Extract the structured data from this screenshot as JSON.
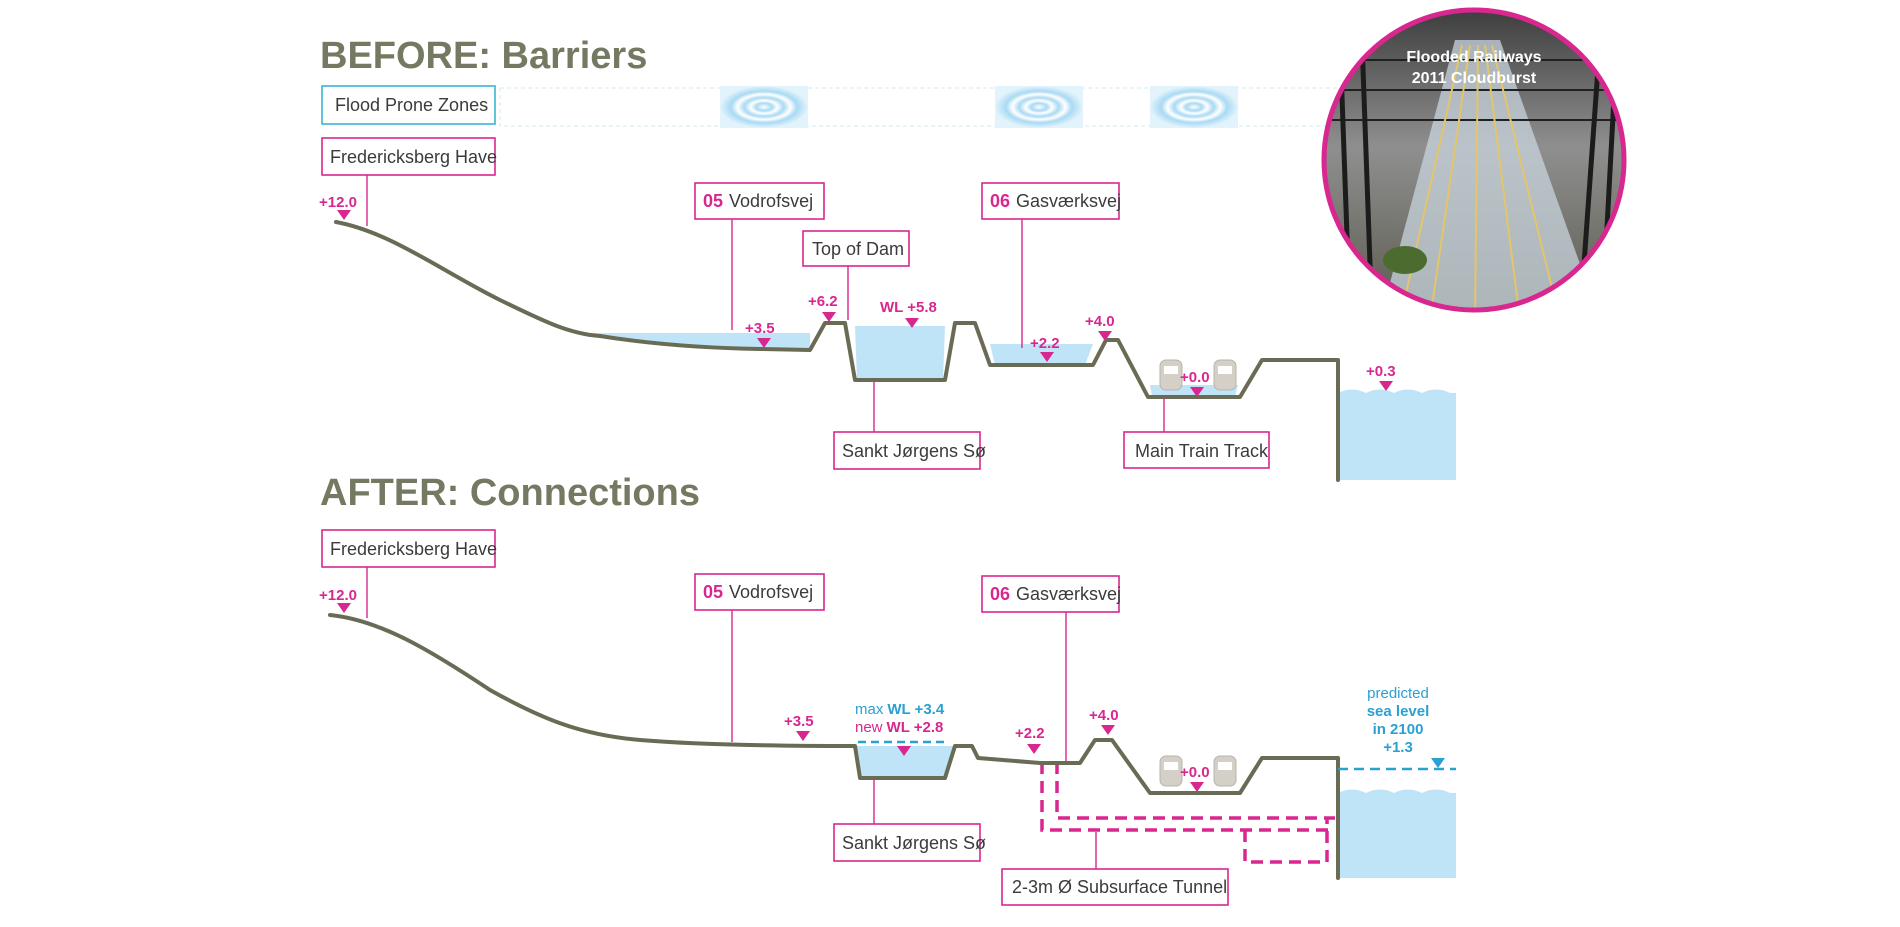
{
  "before": {
    "heading": "BEFORE: Barriers",
    "flood_zones_label": "Flood Prone Zones",
    "park_label": "Fredericksberg Have",
    "park_elev": "+12.0",
    "vodrofsvej": {
      "num": "05",
      "name": "Vodrofsvej",
      "elev": "+3.5"
    },
    "top_of_dam": {
      "label": "Top of Dam",
      "elev": "+6.2"
    },
    "lake": {
      "wl": "WL +5.8",
      "label": "Sankt Jørgens Sø"
    },
    "gasvaerksvej": {
      "num": "06",
      "name": "Gasværksvej",
      "elev": "+2.2"
    },
    "bank_elev": "+4.0",
    "train": {
      "elev": "+0.0",
      "label": "Main Train Track"
    },
    "sea_elev": "+0.3"
  },
  "after": {
    "heading": "AFTER: Connections",
    "park_label": "Fredericksberg Have",
    "park_elev": "+12.0",
    "vodrofsvej": {
      "num": "05",
      "name": "Vodrofsvej",
      "elev": "+3.5"
    },
    "lake": {
      "max_wl_prefix": "max",
      "max_wl_value": "WL +3.4",
      "new_wl_prefix": "new",
      "new_wl_value": "WL +2.8",
      "label": "Sankt Jørgens Sø"
    },
    "gasvaerksvej": {
      "num": "06",
      "name": "Gasværksvej",
      "elev": "+2.2"
    },
    "bank_elev": "+4.0",
    "train_elev": "+0.0",
    "tunnel_label": "2-3m Ø  Subsurface Tunnel",
    "sea": {
      "line1": "predicted",
      "line2": "sea level",
      "line3": "in 2100",
      "elev": "+1.3"
    }
  },
  "photo": {
    "title_line1": "Flooded Railways",
    "title_line2": "2011 Cloudburst"
  },
  "colors": {
    "accent": "#d8278f",
    "blue": "#2aa0d3",
    "water": "#bfe3f7",
    "terrain": "#6a6b55",
    "heading": "#747a62"
  }
}
